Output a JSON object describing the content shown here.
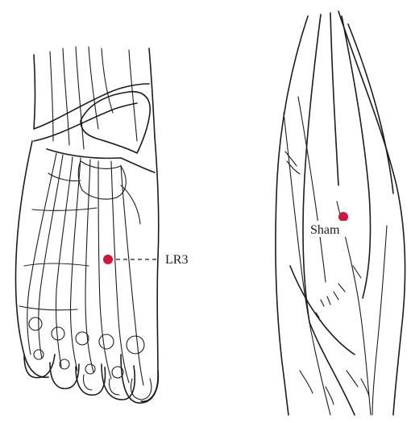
{
  "figure": {
    "left_panel": {
      "subject": "foot-dorsal-view",
      "point_label": "LR3",
      "point_color": "#d0163a"
    },
    "right_panel": {
      "subject": "lower-leg-view",
      "point_label": "Sham",
      "point_color": "#d0163a"
    }
  }
}
